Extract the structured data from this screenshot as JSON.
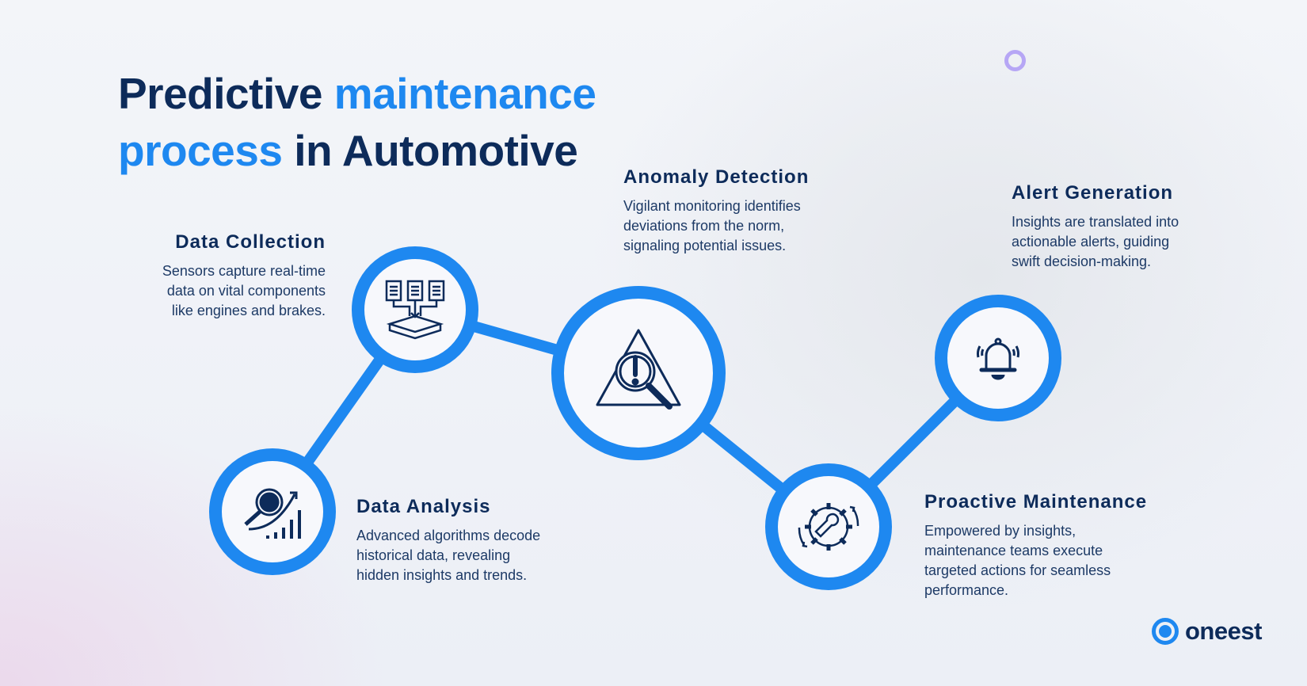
{
  "title": {
    "part1": "Predictive ",
    "part2": "maintenance",
    "part3": "process",
    "part4": " in Automotive"
  },
  "steps": [
    {
      "id": "data-collection",
      "heading": "Data Collection",
      "lines": [
        "Sensors capture real-time",
        "data on vital components",
        "like engines and brakes."
      ],
      "icon": "documents-to-database-icon"
    },
    {
      "id": "data-analysis",
      "heading": "Data Analysis",
      "lines": [
        "Advanced algorithms decode",
        "historical data, revealing",
        "hidden insights and trends."
      ],
      "icon": "magnifier-chart-icon"
    },
    {
      "id": "anomaly-detection",
      "heading": "Anomaly Detection",
      "lines": [
        "Vigilant monitoring identifies",
        "deviations from the norm,",
        "signaling potential issues."
      ],
      "icon": "warning-magnifier-icon"
    },
    {
      "id": "proactive-maintenance",
      "heading": "Proactive Maintenance",
      "lines": [
        "Empowered by insights,",
        "maintenance teams execute",
        "targeted actions for seamless",
        "performance."
      ],
      "icon": "gear-wrench-icon"
    },
    {
      "id": "alert-generation",
      "heading": "Alert Generation",
      "lines": [
        "Insights are translated into",
        "actionable alerts, guiding",
        "swift decision-making."
      ],
      "icon": "bell-icon"
    }
  ],
  "logo": {
    "text": "oneest"
  },
  "colors": {
    "navy": "#0d2b5a",
    "blue": "#1e88f0",
    "ring": "#b6a6f5"
  }
}
